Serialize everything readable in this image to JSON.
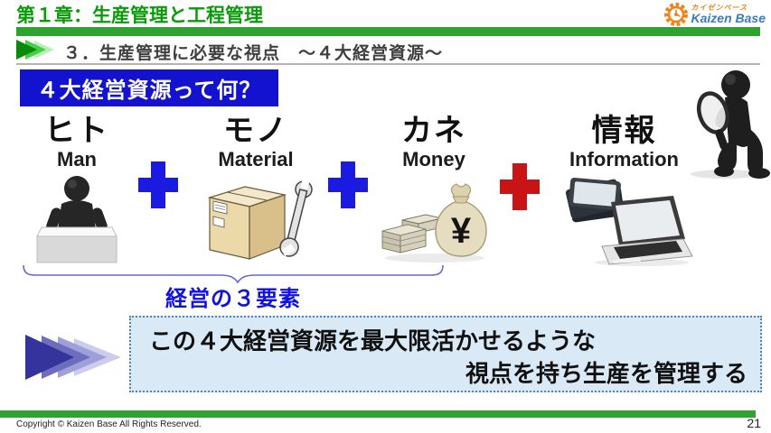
{
  "header": {
    "title": "第１章：生産管理と工程管理",
    "subtitle": "３．生産管理に必要な視点　～４大経営資源～",
    "logo": {
      "jp": "カイゼンベース",
      "en": "Kaizen Base"
    }
  },
  "question_box": "４大経営資源って何？",
  "resources": [
    {
      "jp": "ヒト",
      "en": "Man",
      "icon": "person-at-desk-icon"
    },
    {
      "jp": "モノ",
      "en": "Material",
      "icon": "box-wrench-icon"
    },
    {
      "jp": "カネ",
      "en": "Money",
      "icon": "money-bag-icon"
    },
    {
      "jp": "情報",
      "en": "Information",
      "icon": "devices-icon"
    }
  ],
  "operators": [
    {
      "symbol": "＋",
      "color": "#1a1ae0"
    },
    {
      "symbol": "＋",
      "color": "#1a1ae0"
    },
    {
      "symbol": "＋",
      "color": "#c81414"
    }
  ],
  "icons": {
    "money_symbol": "¥"
  },
  "brace_label": "経営の３要素",
  "conclusion": {
    "line1": "この４大経営資源を最大限活かせるような",
    "line2": "視点を持ち生産を管理する"
  },
  "footer": {
    "copyright": "Copyright ©  Kaizen Base  All Rights Reserved.",
    "page_number": "21"
  },
  "colors": {
    "title_green": "#0a9b0a",
    "bar_green": "#2fa32f",
    "question_box_blue": "#1313cf",
    "plus_blue": "#1a1ae0",
    "plus_red": "#c81414",
    "brace_blue": "#6868d8",
    "label_blue": "#1111e0",
    "conclusion_bg": "#d9eaf6",
    "conclusion_border": "#4f81bd"
  }
}
